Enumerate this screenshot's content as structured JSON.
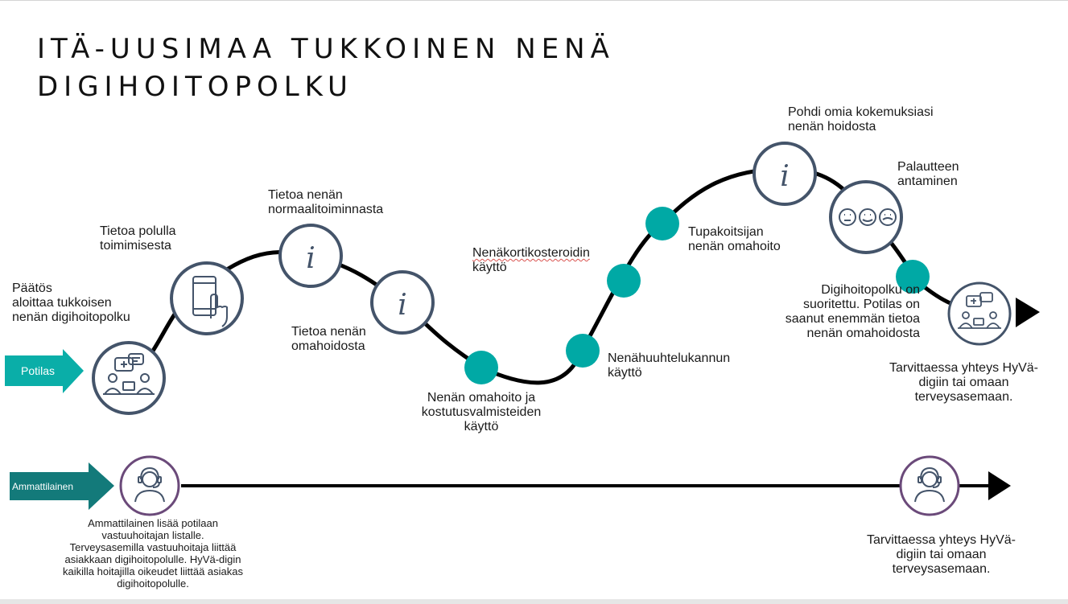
{
  "title": {
    "line1": "ITÄ-UUSIMAA TUKKOINEN NENÄ",
    "line2": "DIGIHOITOPOLKU"
  },
  "lanes": {
    "patient": "Potilas",
    "professional": "Ammattilainen"
  },
  "colors": {
    "teal": "#00a9a5",
    "arrow_teal": "#0aaea8",
    "arrow_dark_teal": "#137a7a",
    "circle_border": "#44546a",
    "pro_circle_border": "#6b4a7a",
    "path": "#000000"
  },
  "patient_path": {
    "decision": {
      "icon": "consultation-icon",
      "line1": "Päätös",
      "line2": "aloittaa tukkoisen",
      "line3": "nenän digihoitopolku"
    },
    "path_info": {
      "icon": "tablet-touch-icon",
      "line1": "Tietoa polulla",
      "line2": "toimimisesta"
    },
    "normal_function": {
      "icon": "info-icon",
      "line1": "Tietoa nenän",
      "line2": "normaalitoiminnasta"
    },
    "self_care_info": {
      "icon": "info-icon",
      "line1": "Tietoa nenän",
      "line2": "omahoidosta"
    },
    "moisturizers": {
      "line1": "Nenän omahoito ja",
      "line2": "kostutusvalmisteiden",
      "line3": "käyttö"
    },
    "rinse_can": {
      "line1": "Nenähuuhtelukannun",
      "line2": "käyttö"
    },
    "corticosteroids": {
      "line1": "Nenäkortikosteroidin",
      "line2": "käyttö"
    },
    "smokers": {
      "line1": "Tupakoitsijan",
      "line2": "nenän omahoito"
    },
    "reflect": {
      "icon": "info-icon",
      "line1": "Pohdi omia kokemuksiasi",
      "line2": "nenän hoidosta"
    },
    "feedback": {
      "icon": "feedback-faces-icon",
      "line1": "Palautteen",
      "line2": "antaminen"
    },
    "completed": {
      "line1": "Digihoitopolku on",
      "line2": "suoritettu. Potilas on",
      "line3": "saanut enemmän tietoa",
      "line4": "nenän omahoidosta"
    },
    "end_contact": {
      "icon": "consultation-icon",
      "line1": "Tarvittaessa yhteys HyVä-",
      "line2": "digiin tai omaan",
      "line3": "terveysasemaan."
    }
  },
  "professional_path": {
    "start": {
      "icon": "headset-agent-icon",
      "line1": "Ammattilainen lisää potilaan",
      "line2": "vastuuhoitajan listalle.",
      "line3": "Terveysasemilla vastuuhoitaja liittää",
      "line4": "asiakkaan digihoitopolulle. HyVä-digin",
      "line5": "kaikilla hoitajilla oikeudet liittää asiakas",
      "line6": "digihoitopolulle."
    },
    "end": {
      "icon": "headset-agent-icon",
      "line1": "Tarvittaessa yhteys HyVä-",
      "line2": "digiin tai omaan",
      "line3": "terveysasemaan."
    }
  }
}
